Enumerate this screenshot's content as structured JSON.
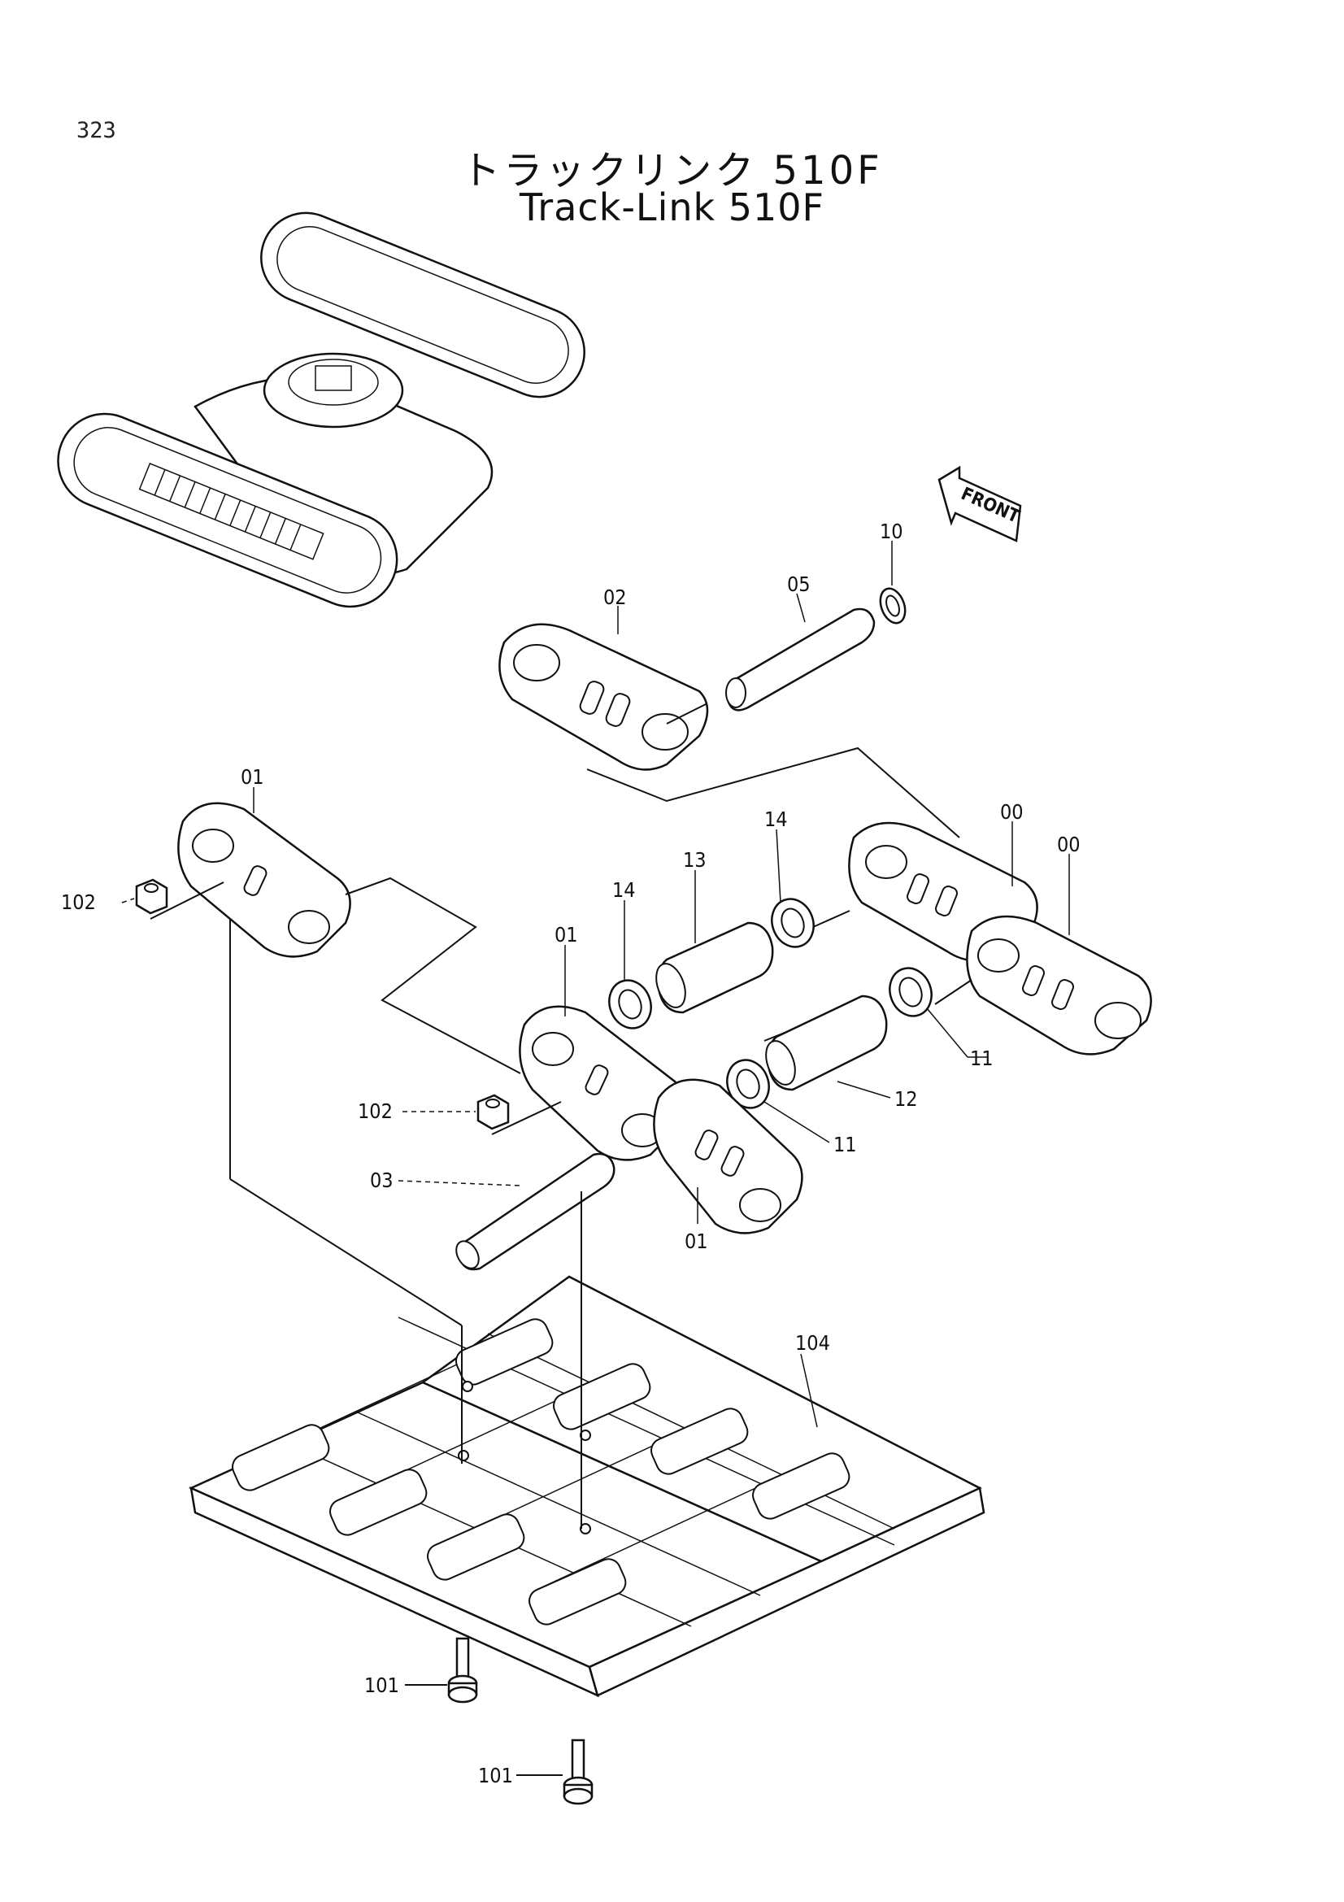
{
  "page_number": "323",
  "title_jp": "トラックリンク 510F",
  "title_en": "Track-Link 510F",
  "front_label": "FRONT",
  "callouts": {
    "c00a": "00",
    "c00b": "00",
    "c01a": "01",
    "c01b": "01",
    "c01c": "01",
    "c02": "02",
    "c03": "03",
    "c05": "05",
    "c10": "10",
    "c11a": "11",
    "c11b": "11",
    "c12": "12",
    "c13": "13",
    "c14a": "14",
    "c14b": "14",
    "c101a": "101",
    "c101b": "101",
    "c102a": "102",
    "c102b": "102",
    "c104": "104"
  }
}
